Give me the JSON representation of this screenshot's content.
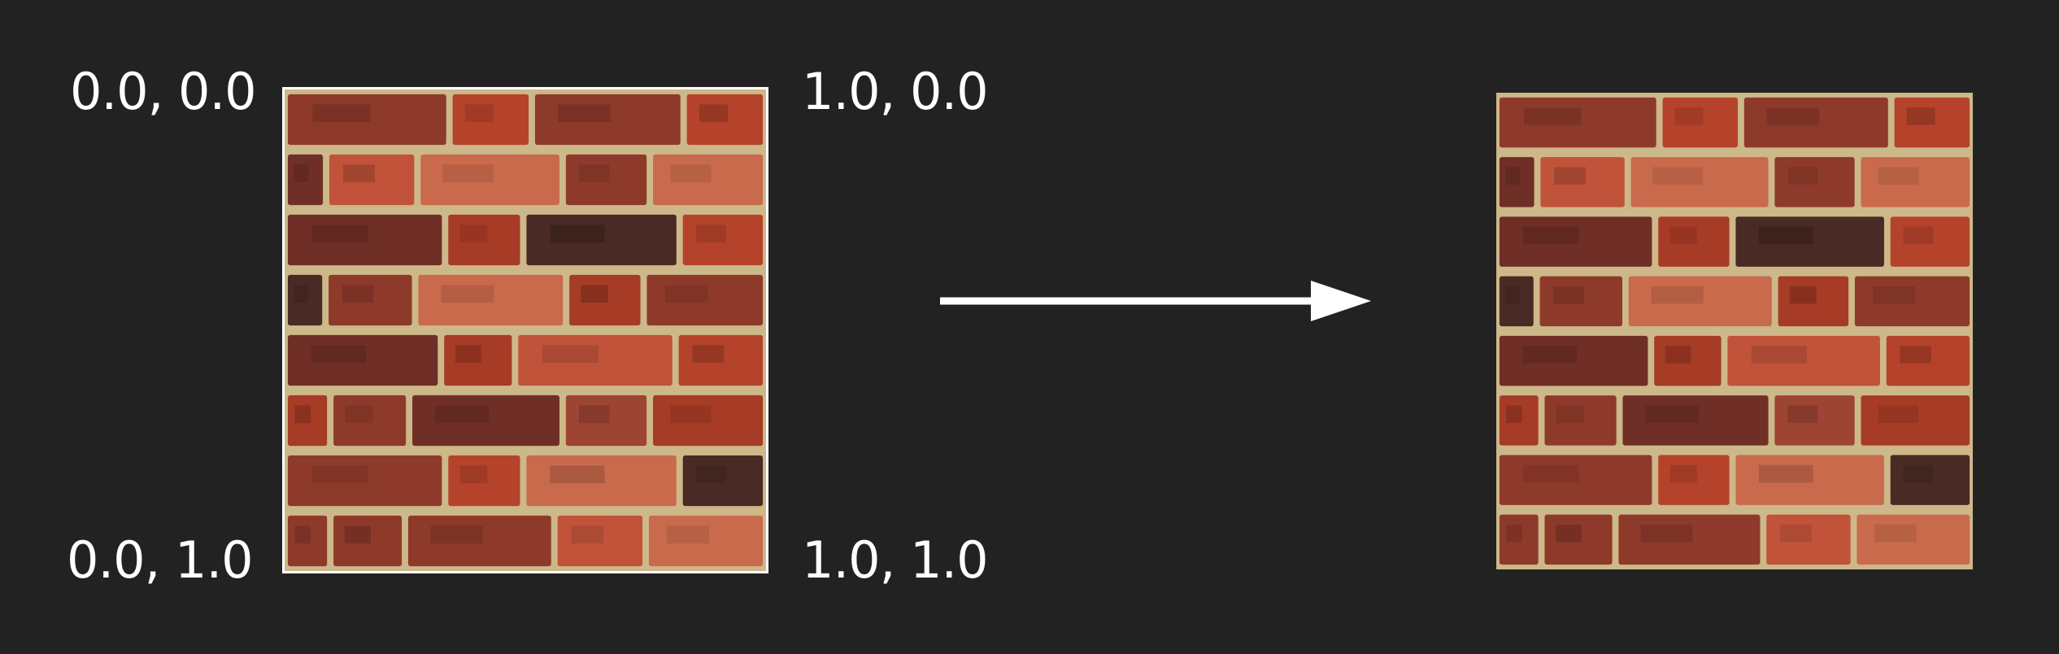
{
  "corners": {
    "top_left": "0.0, 0.0",
    "top_right": "1.0, 0.0",
    "bottom_left": "0.0, 1.0",
    "bottom_right": "1.0, 1.0"
  },
  "colors": {
    "background": "#222222",
    "text": "#ffffff",
    "mortar": "#cdb88a",
    "brick_palette": [
      "#b5432b",
      "#a63b26",
      "#c0533a",
      "#8e3a2a",
      "#6f2f26",
      "#c96a4c",
      "#9d4433",
      "#4a2a24"
    ]
  },
  "icons": {
    "arrow": "right-arrow-icon",
    "texture": "brick-wall-texture"
  }
}
